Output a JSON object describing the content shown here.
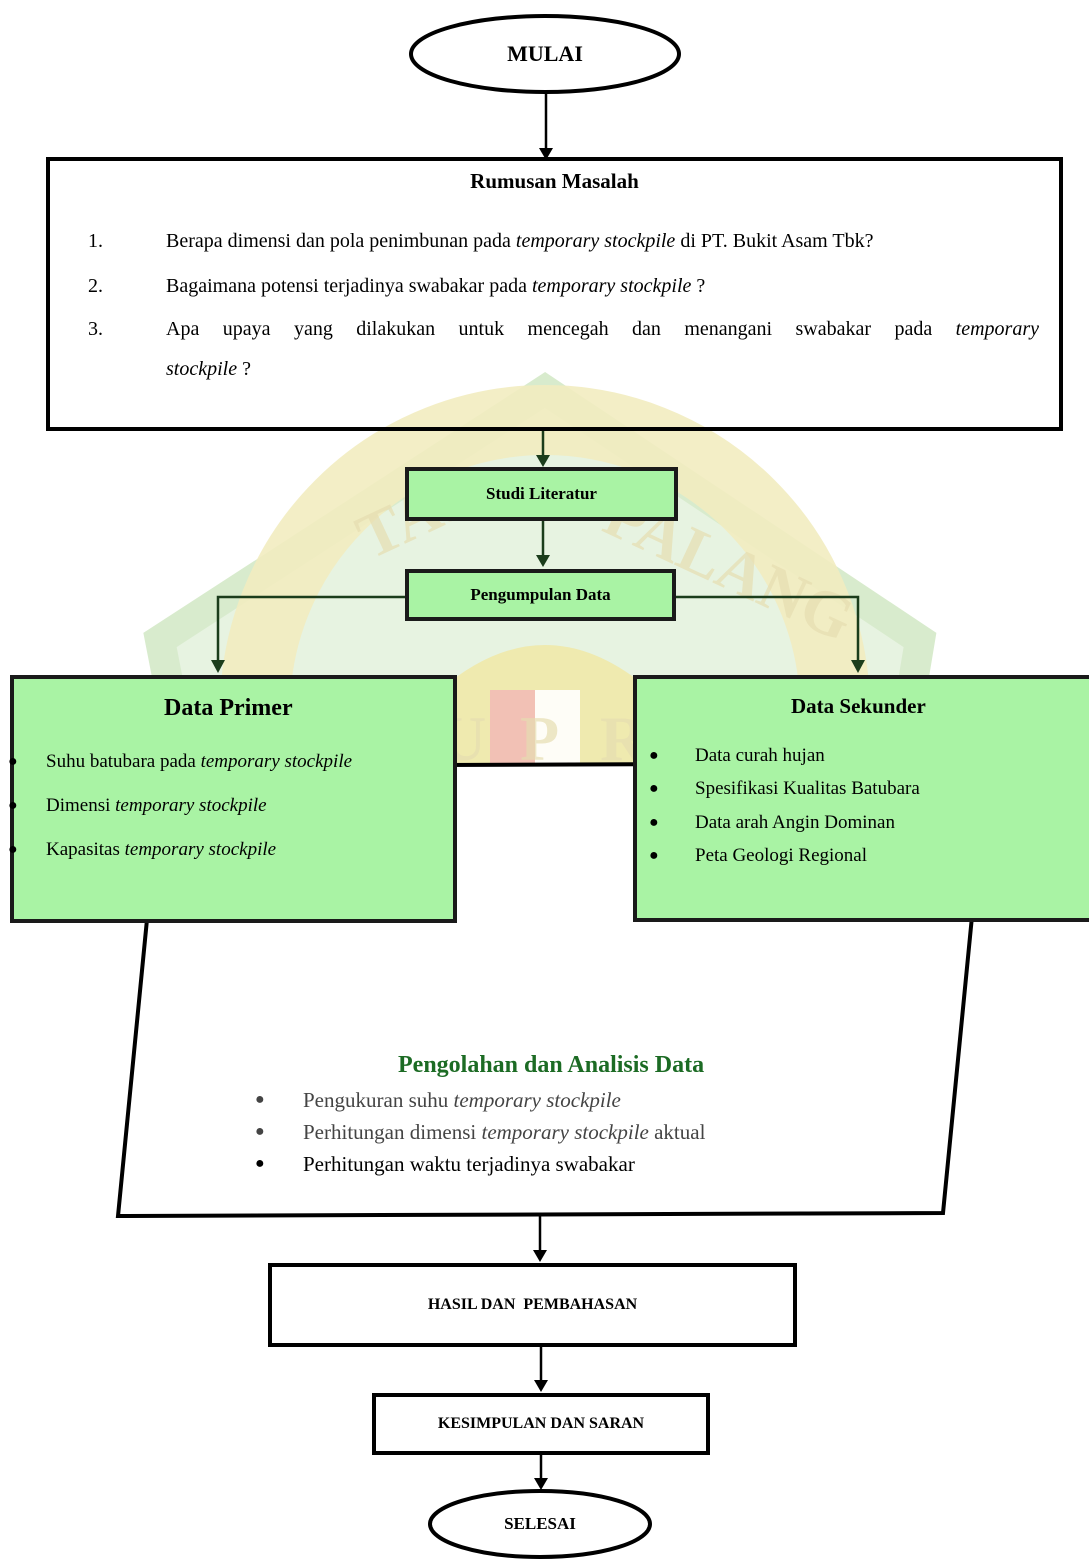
{
  "start": "MULAI",
  "problem_box": {
    "title": "Rumusan Masalah",
    "items": [
      {
        "num": "1.",
        "before": "Berapa dimensi dan pola penimbunan pada ",
        "italic": "temporary stockpile",
        "after": " di PT. Bukit Asam Tbk?"
      },
      {
        "num": "2.",
        "before": "Bagaimana potensi terjadinya swabakar pada ",
        "italic": "temporary stockpile",
        "after": " ?"
      },
      {
        "num": "3.",
        "line1_before": "Apa upaya yang dilakukan untuk mencegah dan menangani swabakar pada ",
        "line1_italic": "temporary",
        "line2_italic": "stockpile",
        "line2_after": " ?"
      }
    ]
  },
  "literature": "Studi Literatur",
  "data_collection": "Pengumpulan Data",
  "primary": {
    "title": "Data Primer",
    "items": [
      {
        "before": "Suhu batubara pada ",
        "italic": "temporary stockpile"
      },
      {
        "before": "Dimensi ",
        "italic": "temporary stockpile"
      },
      {
        "before": "Kapasitas ",
        "italic": "temporary stockpile"
      }
    ]
  },
  "secondary": {
    "title": "Data Sekunder",
    "items": [
      "Data curah hujan",
      "Spesifikasi Kualitas Batubara",
      "Data arah Angin Dominan",
      "Peta Geologi Regional"
    ]
  },
  "analysis": {
    "title": "Pengolahan dan Analisis Data",
    "items": [
      {
        "before": "Pengukuran suhu ",
        "italic": "temporary stockpile",
        "after": ""
      },
      {
        "before": "Perhitungan dimensi ",
        "italic": "temporary stockpile",
        "after": " aktual"
      },
      {
        "before": "Perhitungan waktu  terjadinya swabakar",
        "italic": "",
        "after": ""
      }
    ]
  },
  "results": "HASIL DAN  PEMBAHASAN",
  "conclusion": "KESIMPULAN DAN SARAN",
  "end": "SELESAI",
  "watermark_text": "UNIVERSITAS PALANGKARAYA UPR",
  "colors": {
    "green_fill": "#a9f3a4",
    "watermark_green": "#cfe9c4",
    "watermark_yellow": "#f3e9a6",
    "analysis_title": "#1c6b24"
  }
}
